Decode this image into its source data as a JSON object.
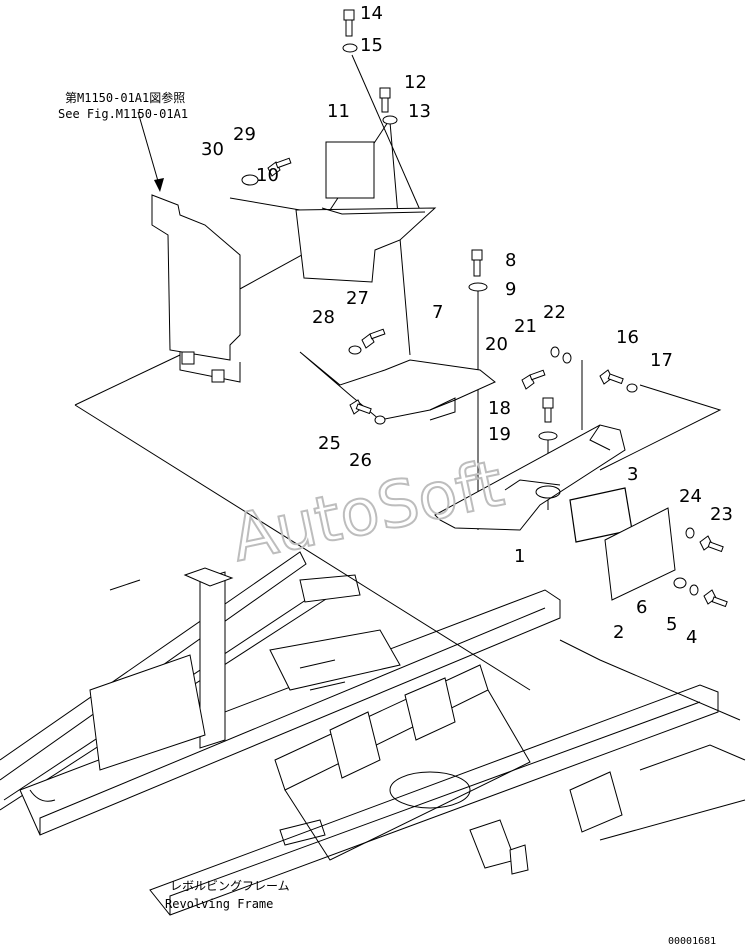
{
  "callouts": [
    {
      "id": "14",
      "label": "14"
    },
    {
      "id": "15",
      "label": "15"
    },
    {
      "id": "12",
      "label": "12"
    },
    {
      "id": "13",
      "label": "13"
    },
    {
      "id": "11",
      "label": "11"
    },
    {
      "id": "29",
      "label": "29"
    },
    {
      "id": "30",
      "label": "30"
    },
    {
      "id": "10",
      "label": "10"
    },
    {
      "id": "8",
      "label": "8"
    },
    {
      "id": "9",
      "label": "9"
    },
    {
      "id": "27",
      "label": "27"
    },
    {
      "id": "28",
      "label": "28"
    },
    {
      "id": "7",
      "label": "7"
    },
    {
      "id": "22",
      "label": "22"
    },
    {
      "id": "21",
      "label": "21"
    },
    {
      "id": "20",
      "label": "20"
    },
    {
      "id": "16",
      "label": "16"
    },
    {
      "id": "17",
      "label": "17"
    },
    {
      "id": "18",
      "label": "18"
    },
    {
      "id": "19",
      "label": "19"
    },
    {
      "id": "25",
      "label": "25"
    },
    {
      "id": "26",
      "label": "26"
    },
    {
      "id": "3",
      "label": "3"
    },
    {
      "id": "24",
      "label": "24"
    },
    {
      "id": "23",
      "label": "23"
    },
    {
      "id": "1",
      "label": "1"
    },
    {
      "id": "6",
      "label": "6"
    },
    {
      "id": "5",
      "label": "5"
    },
    {
      "id": "4",
      "label": "4"
    },
    {
      "id": "2",
      "label": "2"
    }
  ],
  "reference": {
    "line_jp": "第M1150-01A1図参照",
    "line_en": "See Fig.M1150-01A1"
  },
  "frame_label": {
    "line_jp": "レボルビングフレーム",
    "line_en": "Revolving Frame"
  },
  "watermark": "AutoSoft",
  "drawing_number": "00001681"
}
